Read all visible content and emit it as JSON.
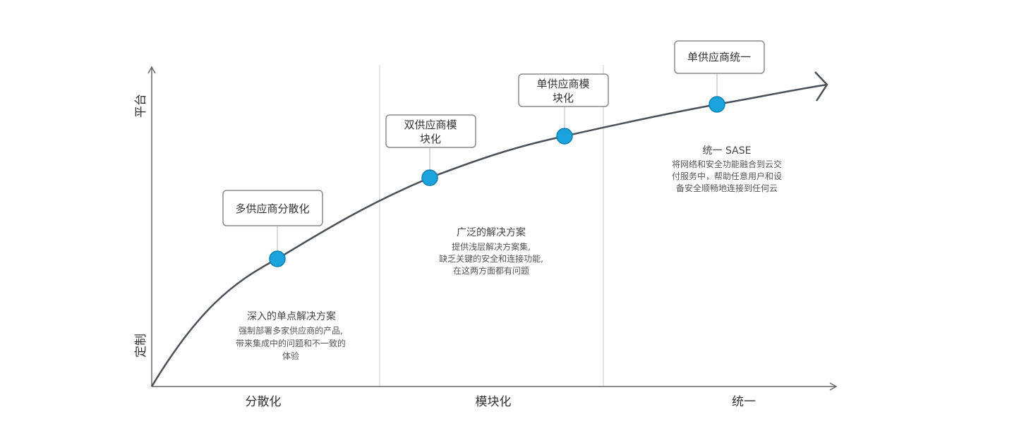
{
  "y_axis": {
    "top_label": "平台",
    "bottom_label": "定制"
  },
  "x_axis": {
    "labels": [
      "分散化",
      "模块化",
      "统一"
    ]
  },
  "stages": [
    {
      "box_label": [
        "多供应商分散化"
      ]
    },
    {
      "box_label": [
        "双供应商模",
        "块化"
      ]
    },
    {
      "box_label": [
        "单供应商模",
        "块化"
      ]
    },
    {
      "box_label": [
        "单供应商统一"
      ]
    }
  ],
  "descriptions": [
    {
      "title": "深入的单点解决方案",
      "lines": [
        "强制部署多家供应商的产品,",
        "带来集成中的问题和不一致的",
        "体验"
      ]
    },
    {
      "title": "广泛的解决方案",
      "lines": [
        "提供浅层解决方案集,",
        "缺乏关键的安全和连接功能,",
        "在这两方面都有问题"
      ]
    },
    {
      "title": "统一 SASE",
      "lines": [
        "将网络和安全功能融合到云交",
        "付服务中，帮助任意用户和设",
        "备安全顺畅地连接到任何云"
      ]
    }
  ],
  "colors": {
    "dot": "#1aa3dc",
    "curve": "#4a5058"
  }
}
